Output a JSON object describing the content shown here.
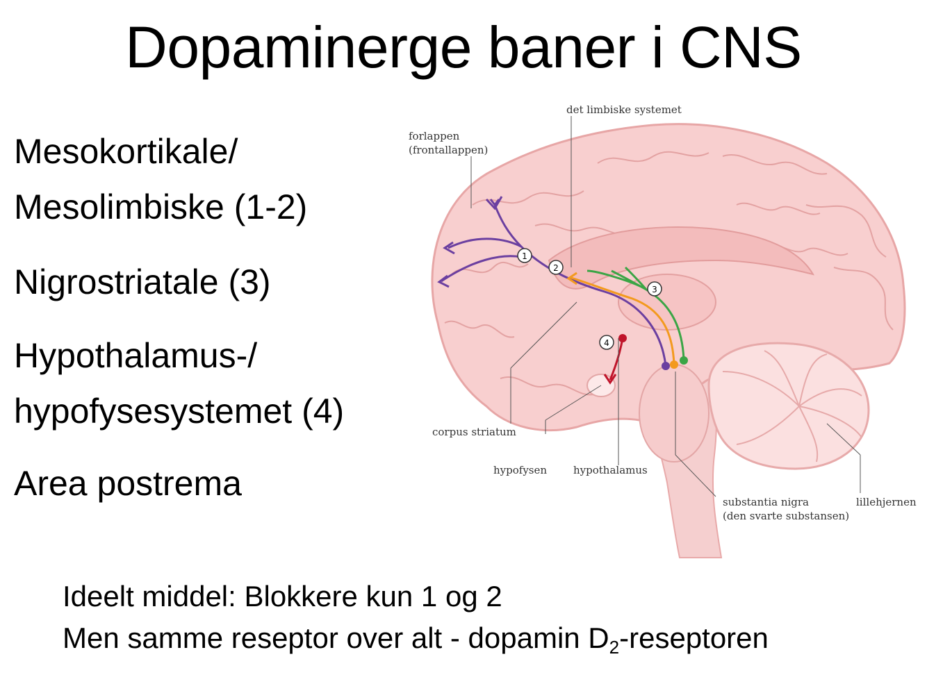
{
  "title": "Dopaminerge baner i CNS",
  "pathways": [
    "Mesokortikale/",
    "Mesolimbiske (1-2)",
    "Nigrostriatale (3)",
    "Hypothalamus-/",
    "hypofysesystemet (4)",
    "Area postrema"
  ],
  "footer": {
    "line1": "Ideelt middel: Blokkere kun 1 og 2",
    "line2_prefix": "Men samme reseptor over alt - dopamin D",
    "line2_sub": "2",
    "line2_suffix": "-reseptoren"
  },
  "diagram": {
    "labels": {
      "limbic": "det limbiske systemet",
      "frontal_1": "forlappen",
      "frontal_2": "(frontallappen)",
      "striatum": "corpus striatum",
      "hypofysen": "hypofysen",
      "hypothalamus": "hypothalamus",
      "nigra_1": "substantia nigra",
      "nigra_2": "(den svarte substansen)",
      "cerebellum": "lillehjernen"
    },
    "markers": [
      "1",
      "2",
      "3",
      "4"
    ],
    "colors": {
      "pathway_1": "#6b3fa0",
      "pathway_2": "#f39a1e",
      "pathway_3": "#3aa545",
      "pathway_4": "#c0142a",
      "brain": "#f7c9c9"
    }
  }
}
